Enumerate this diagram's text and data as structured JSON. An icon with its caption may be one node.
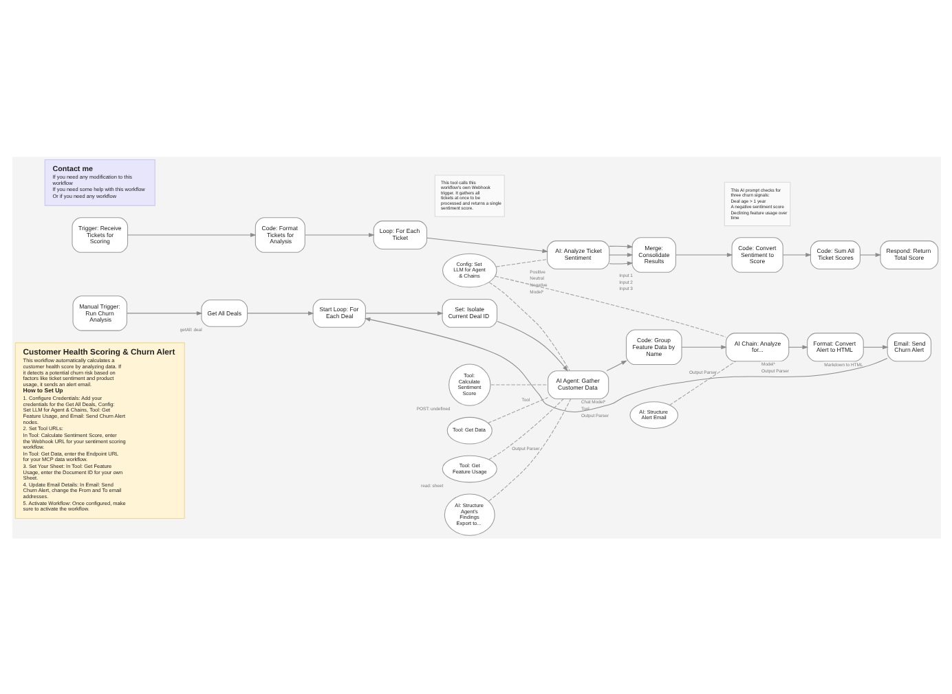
{
  "diagram": {
    "nodes": [
      {
        "text": [
          "Customer Health Scoring & Churn Alert",
          "This workflow automatically calculates a customer health score by analyzing data. If it detects a potential churn risk based on factors like ticket sentiment and product usage, it sends an alert email.",
          "How to Set Up",
          "1. Configure Credentials: Add your credentials for the Get All Deals, Config: Set LLM for Agent & Chains, Tool: Get Feature Usage, and Email: Send Churn Alert nodes.",
          "2. Set Tool URLs:",
          "In Tool: Calculate Sentiment Score, enter the Webhook URL for your sentiment scoring workflow.",
          "In Tool: Get Data, enter the Endpoint URL for your MCP data workflow.",
          "3. Set Your Sheet: In Tool: Get Feature Usage, enter the Document ID for your own Sheet.",
          "4. Update Email Details: In Email: Send Churn Alert, change the From and To email addresses.",
          "5. Activate Workflow: Once configured, make sure to activate the workflow."
        ]
      },
      {
        "text": [
          "Trigger: Receive Tickets for Scoring"
        ]
      },
      {
        "text": [
          "Code: Format Tickets for Analysis"
        ]
      },
      {
        "text": [
          "Loop: For Each Ticket"
        ]
      },
      {
        "text": [
          "AI: Analyze Ticket Sentiment"
        ],
        "beside": [
          "Positive",
          "Neutral",
          "Negative",
          "Model*"
        ]
      },
      {
        "text": [
          "Merge: Consolidate Results"
        ],
        "beside": [
          "Input 1",
          "Input 2",
          "Input 3"
        ]
      },
      {
        "text": [
          "Code: Convert Sentiment to Score"
        ]
      },
      {
        "text": [
          "Code: Sum All Ticket Scores"
        ]
      },
      {
        "text": [
          "Respond: Return Total Score"
        ]
      },
      {
        "text": [
          "Config: Set LLM for Agent & Chains"
        ]
      },
      {
        "text": [
          "This AI prompt checks for three churn signals:",
          "Deal age > 1 year",
          "A negative sentiment score",
          "Declining feature usage over time"
        ]
      },
      {
        "text": [
          "Manual Trigger: Run Churn Analysis"
        ]
      },
      {
        "text": [
          "Get All Deals"
        ],
        "beside": [
          "getAll: deal"
        ]
      },
      {
        "text": [
          "Start Loop: For Each Deal"
        ]
      },
      {
        "text": [
          "Set: Isolate Current Deal ID"
        ]
      },
      {
        "text": [
          "AI Agent: Gather Customer Data"
        ],
        "beside": [
          "Chat Model*",
          "Tool",
          "Output Parser"
        ]
      },
      {
        "text": [
          "Code: Group Feature Data by Name"
        ]
      },
      {
        "text": [
          "AI Chain: Analyze for..."
        ],
        "beside": [
          "Model*",
          "Output Parser"
        ]
      },
      {
        "text": [
          "Format: Convert Alert to HTML"
        ],
        "beside": [
          "Markdown to HTML"
        ]
      },
      {
        "text": [
          "Email: Send Churn Alert"
        ]
      },
      {
        "text": [
          "AI: Structure Alert Email"
        ]
      },
      {
        "text": [
          "This tool calls this workflow's own Webhook trigger. It gathers all tickets at once to be processed and returns a single sentiment score."
        ]
      },
      {
        "text": [
          "Tool: Calculate Sentiment Score"
        ],
        "beside": [
          "POST: undefined"
        ]
      },
      {
        "text": [
          "Tool: Get Data"
        ]
      },
      {
        "text": [
          "Tool: Get Feature Usage"
        ],
        "beside": [
          "read: sheet"
        ]
      },
      {
        "text": [
          "AI: Structure Agent's Findings Export to..."
        ]
      },
      {
        "text": [
          "Contact me",
          "If you need any modification to this workflow",
          "If you need some help with this workflow",
          "Or if you need any workflow"
        ]
      }
    ],
    "edges": [
      {
        "from": 1,
        "to": 2,
        "arrow": "to"
      },
      {
        "from": 2,
        "to": 3,
        "arrow": "to"
      },
      {
        "from": 3,
        "to": 4,
        "arrow": "to"
      },
      {
        "from": 4,
        "to": 5,
        "arrow": "to"
      },
      {
        "from": 4,
        "to": 5,
        "arrow": "to"
      },
      {
        "from": 4,
        "to": 5,
        "arrow": "to"
      },
      {
        "from": 5,
        "to": 6,
        "arrow": "to"
      },
      {
        "from": 6,
        "to": 7,
        "arrow": "to"
      },
      {
        "from": 7,
        "to": 8,
        "arrow": "to"
      },
      {
        "from": 9,
        "to": 4,
        "arrow": "none",
        "style": "dashed"
      },
      {
        "from": 9,
        "to": 15,
        "arrow": "none",
        "style": "dashed"
      },
      {
        "from": 9,
        "to": 17,
        "arrow": "none",
        "style": "dashed"
      },
      {
        "from": 11,
        "to": 12,
        "arrow": "to"
      },
      {
        "from": 12,
        "to": 13,
        "arrow": "to"
      },
      {
        "from": 13,
        "to": 14,
        "arrow": "to"
      },
      {
        "from": 14,
        "to": 15,
        "arrow": "to"
      },
      {
        "from": 15,
        "to": 16,
        "arrow": "to"
      },
      {
        "from": 16,
        "to": 17,
        "arrow": "to"
      },
      {
        "from": 17,
        "to": 18,
        "arrow": "to"
      },
      {
        "from": 18,
        "to": 19,
        "arrow": "to"
      },
      {
        "from": 19,
        "to": 13,
        "arrow": "to"
      },
      {
        "from": 22,
        "to": 15,
        "arrow": "none",
        "style": "dashed"
      },
      {
        "from": 23,
        "to": 15,
        "arrow": "none",
        "style": "dashed",
        "label": "Tool"
      },
      {
        "from": 24,
        "to": 15,
        "arrow": "none",
        "style": "dashed"
      },
      {
        "from": 25,
        "to": 15,
        "arrow": "none",
        "style": "dashed",
        "label": "Output Parser"
      },
      {
        "from": 20,
        "to": 17,
        "arrow": "none",
        "style": "dashed",
        "label": "Output Parser"
      }
    ]
  }
}
